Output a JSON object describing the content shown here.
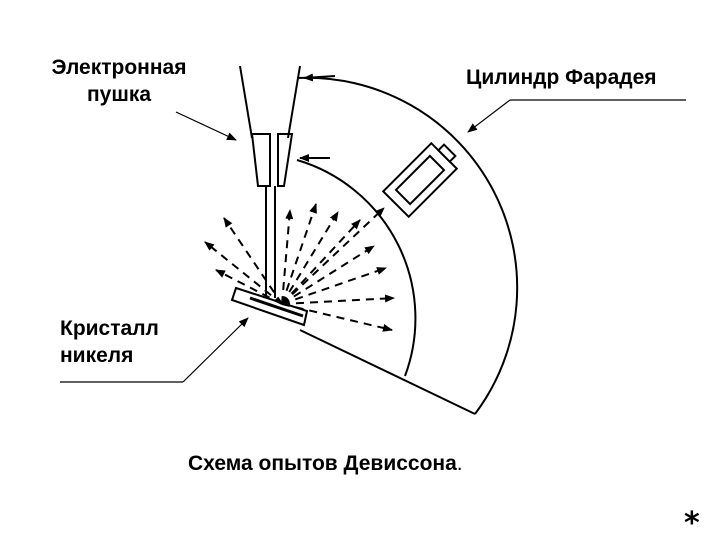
{
  "labels": {
    "electron_gun_line1": "Электронная",
    "electron_gun_line2": "пушка",
    "faraday_cylinder": "Цилиндр Фарадея",
    "crystal_line1": "Кристалл",
    "crystal_line2": "никеля"
  },
  "caption": {
    "text": "Схема опытов Девиссона",
    "period": "."
  },
  "footer": {
    "asterisk": "*"
  },
  "colors": {
    "ink": "#000000",
    "background": "#ffffff"
  }
}
